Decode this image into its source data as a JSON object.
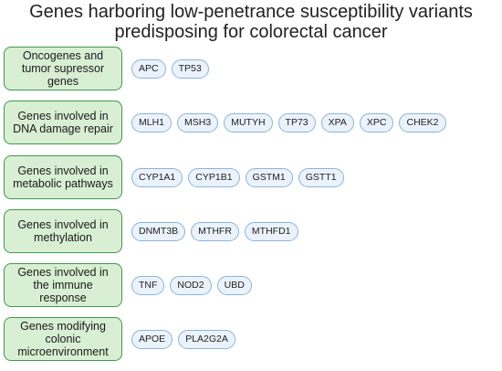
{
  "title": {
    "line1": "Genes harboring low-penetrance susceptibility variants",
    "line2": "predisposing for colorectal cancer"
  },
  "rows": [
    {
      "category": [
        "Oncogenes and",
        "tumor supressor",
        "genes"
      ],
      "genes": [
        "APC",
        "TP53"
      ]
    },
    {
      "category": [
        "Genes involved in",
        "DNA damage repair"
      ],
      "genes": [
        "MLH1",
        "MSH3",
        "MUTYH",
        "TP73",
        "XPA",
        "XPC",
        "CHEK2"
      ]
    },
    {
      "category": [
        "Genes involved in",
        "metabolic pathways"
      ],
      "genes": [
        "CYP1A1",
        "CYP1B1",
        "GSTM1",
        "GSTT1"
      ]
    },
    {
      "category": [
        "Genes involved in",
        "methylation"
      ],
      "genes": [
        "DNMT3B",
        "MTHFR",
        "MTHFD1"
      ]
    },
    {
      "category": [
        "Genes involved in",
        "the immune",
        "response"
      ],
      "genes": [
        "TNF",
        "NOD2",
        "UBD"
      ]
    },
    {
      "category": [
        "Genes modifying",
        "colonic",
        "microenvironment"
      ],
      "genes": [
        "APOE",
        "PLA2G2A"
      ]
    }
  ],
  "colors": {
    "category_fill": "#d8efd4",
    "category_border": "#3f9a4a",
    "gene_fill": "#eaf2fb",
    "gene_border": "#8fb3d6"
  }
}
